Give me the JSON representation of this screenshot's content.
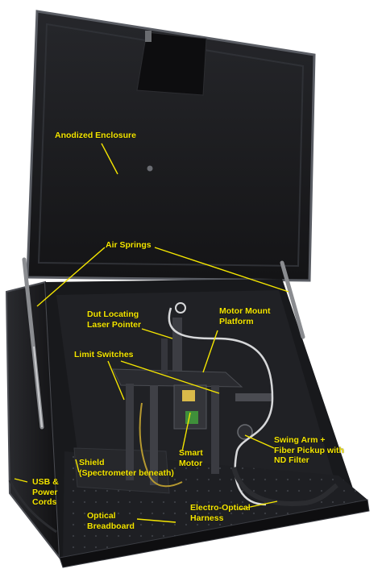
{
  "colors": {
    "label": "#f5e600",
    "leader": "#f5e600",
    "enclosure": "#1a1a1e",
    "enclosure_edge": "#5a5d64",
    "background": "#ffffff"
  },
  "labels": {
    "anodized_enclosure": "Anodized Enclosure",
    "air_springs": "Air Springs",
    "dut_locating": "Dut Locating\nLaser Pointer",
    "motor_mount": "Motor Mount\nPlatform",
    "limit_switches": "Limit Switches",
    "smart_motor": "Smart\nMotor",
    "swing_arm": "Swing Arm +\nFiber Pickup with\nND Filter",
    "usb_power": "USB &\nPower\nCords",
    "shield": "Shield\n(Spectrometer beneath)",
    "optical_breadboard": "Optical\nBreadboard",
    "electro_optical": "Electro-Optical\nHarness"
  }
}
